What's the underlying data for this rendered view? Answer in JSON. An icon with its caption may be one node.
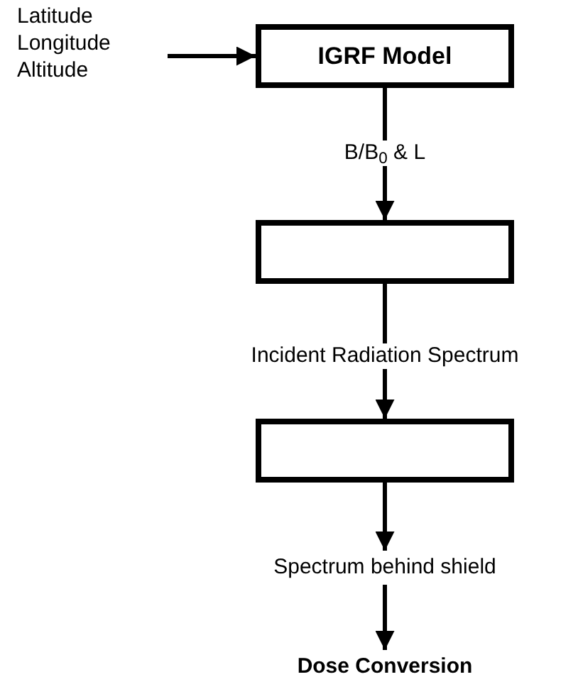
{
  "diagram": {
    "nodes": [
      {
        "text": [
          "Latitude Longitude Altitude"
        ]
      },
      {
        "text": [
          "IGRF Model"
        ]
      },
      {
        "text": [],
        "shape": "box"
      },
      {
        "text": [],
        "shape": "box"
      },
      {
        "text": [
          "Spectrum behind shield"
        ]
      },
      {
        "text": [
          "Dose Conversion"
        ]
      }
    ],
    "edges": [
      {
        "from": 0,
        "to": 1,
        "arrow": "to"
      },
      {
        "from": 1,
        "to": 2,
        "arrow": "to",
        "label": "B/B$_{0}$ & L"
      },
      {
        "from": 2,
        "to": 3,
        "arrow": "to",
        "label": "Incident Radiation Spectrum"
      },
      {
        "from": 3,
        "to": 4,
        "arrow": "to"
      },
      {
        "from": 4,
        "to": 5,
        "arrow": "to"
      }
    ]
  }
}
